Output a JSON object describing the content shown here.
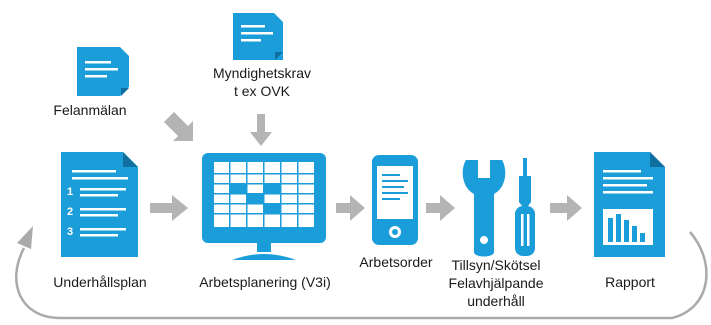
{
  "colors": {
    "primary": "#1b9dd9",
    "arrow": "#b4b4b4",
    "cycle_line": "#aaaaaa",
    "paper_line": "#ffffff",
    "text": "#1a1a1a"
  },
  "nodes": {
    "felanmalan": {
      "label": "Felanmälan",
      "icon": "document-icon"
    },
    "myndighetskrav": {
      "label_lines": [
        "Myndighetskrav",
        "t ex OVK"
      ],
      "icon": "document-icon"
    },
    "underhallsplan": {
      "label": "Underhållsplan",
      "icon": "numbered-list-document-icon",
      "list_numbers": [
        "1",
        "2",
        "3"
      ]
    },
    "arbetsplanering": {
      "label": "Arbetsplanering (V3i)",
      "icon": "monitor-schedule-icon"
    },
    "arbetsorder": {
      "label": "Arbetsorder",
      "icon": "mobile-device-icon"
    },
    "tillsyn": {
      "label_lines": [
        "Tillsyn/Skötsel",
        "Felavhjälpande",
        "underhåll"
      ],
      "icon": "wrench-screwdriver-icon"
    },
    "rapport": {
      "label": "Rapport",
      "icon": "report-document-icon"
    }
  }
}
